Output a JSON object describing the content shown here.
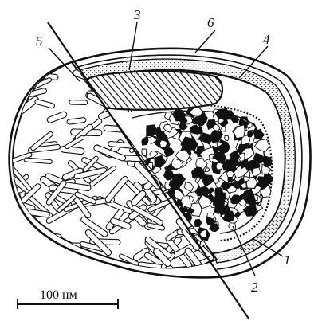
{
  "diagram": {
    "callouts": [
      {
        "id": "1",
        "label": "1"
      },
      {
        "id": "2",
        "label": "2"
      },
      {
        "id": "3",
        "label": "3"
      },
      {
        "id": "4",
        "label": "4"
      },
      {
        "id": "5",
        "label": "5"
      },
      {
        "id": "6",
        "label": "6"
      }
    ],
    "scale_bar": {
      "label": "100 нм"
    },
    "colors": {
      "ink": "#111111",
      "paper": "#ffffff"
    }
  }
}
